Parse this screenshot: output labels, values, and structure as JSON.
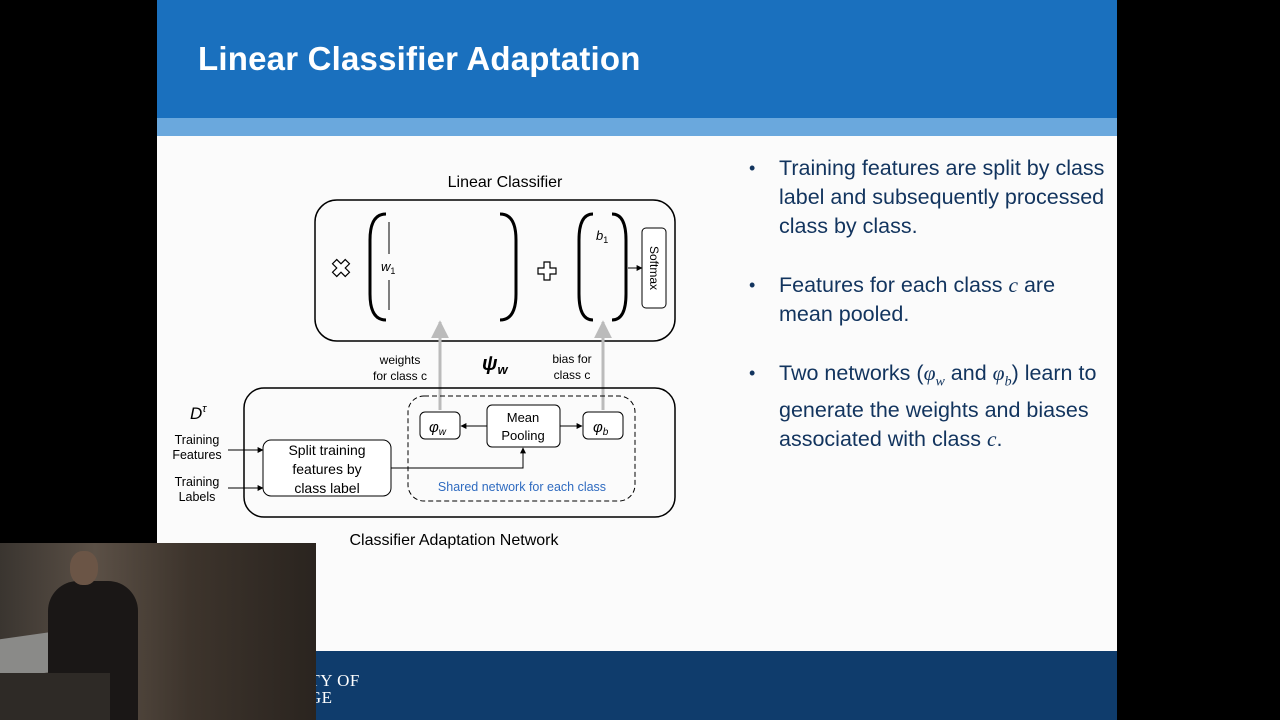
{
  "slide": {
    "title": "Linear Classifier Adaptation",
    "logo": "UNIVERSITY OF CAMBRIDGE"
  },
  "diagram": {
    "linear_classifier_label": "Linear Classifier",
    "weight_symbol": "w",
    "weight_sub": "1",
    "bias_symbol": "b",
    "bias_sub": "1",
    "softmax": "Softmax",
    "weights_for_class_line1": "weights",
    "weights_for_class_line2": "for class c",
    "psi_symbol": "ψ",
    "psi_sub": "w",
    "bias_for_class_line1": "bias for",
    "bias_for_class_line2": "class c",
    "d_symbol": "D",
    "d_sup": "τ",
    "training_features_line1": "Training",
    "training_features_line2": "Features",
    "training_labels_line1": "Training",
    "training_labels_line2": "Labels",
    "split_line1": "Split training",
    "split_line2": "features by",
    "split_line3": "class label",
    "phi_symbol": "φ",
    "phi_w_sub": "w",
    "phi_b_sub": "b",
    "mean_line1": "Mean",
    "mean_line2": "Pooling",
    "shared_label": "Shared network for each class",
    "adaptation_label": "Classifier Adaptation Network"
  },
  "bullets": {
    "b1": "Training features are split by class label and subsequently processed class by class.",
    "b2_pre": "Features for each class ",
    "b2_var": "c",
    "b2_post": " are mean pooled.",
    "b3_pre": "Two networks (",
    "b3_phi1": "φ",
    "b3_sub1": "w",
    "b3_mid": " and ",
    "b3_phi2": "φ",
    "b3_sub2": "b",
    "b3_post": ") learn to generate the weights and biases associated with class ",
    "b3_var": "c",
    "b3_end": "."
  },
  "colors": {
    "header": "#1a70be",
    "strip": "#6aa8dd",
    "footer": "#0f3c6c",
    "bullet_text": "#12345e",
    "shared_label": "#2f6bc0"
  }
}
